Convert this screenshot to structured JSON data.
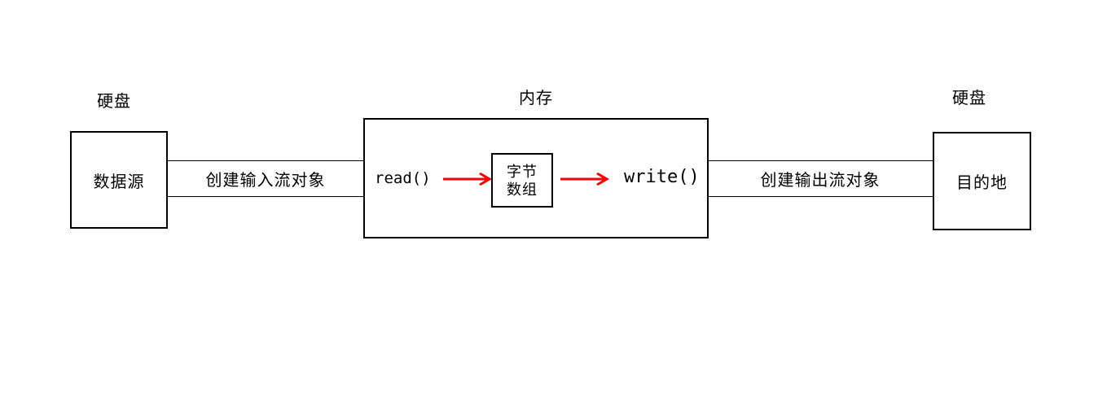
{
  "diagram": {
    "labels": {
      "left_disk": "硬盘",
      "memory": "内存",
      "right_disk": "硬盘"
    },
    "nodes": {
      "source": "数据源",
      "destination": "目的地",
      "read_method": "read()",
      "write_method": "write()",
      "byte_array_line1": "字节",
      "byte_array_line2": "数组"
    },
    "pipes": {
      "input": "创建输入流对象",
      "output": "创建输出流对象"
    },
    "colors": {
      "arrow": "#ff0000",
      "line": "#000000",
      "background": "#ffffff"
    }
  }
}
